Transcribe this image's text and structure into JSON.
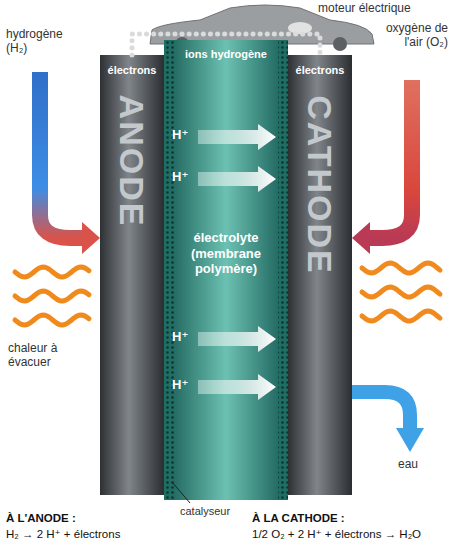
{
  "diagram": {
    "nodes": [
      {
        "text": [
          "ANODE"
        ]
      },
      {
        "text": [
          "ions hydrogène",
          "électrolyte (membrane polymère)"
        ]
      },
      {
        "text": [
          "CATHODE"
        ]
      }
    ],
    "edges": [
      {
        "from": 0,
        "to": 2,
        "arrow": "none"
      }
    ],
    "labels": [
      "moteur électrique",
      "hydrogène (H₂)",
      "oxygène de l'air (O₂)",
      "électrons",
      "électrons",
      "H⁺",
      "H⁺",
      "H⁺",
      "H⁺",
      "chaleur à évacuer",
      "eau",
      "catalyseur",
      "À L'ANODE :",
      "H₂ → 2 H⁺ + électrons",
      "À LA CATHODE :",
      "1/2 O₂ + 2 H⁺ + électrons → H₂O"
    ]
  }
}
